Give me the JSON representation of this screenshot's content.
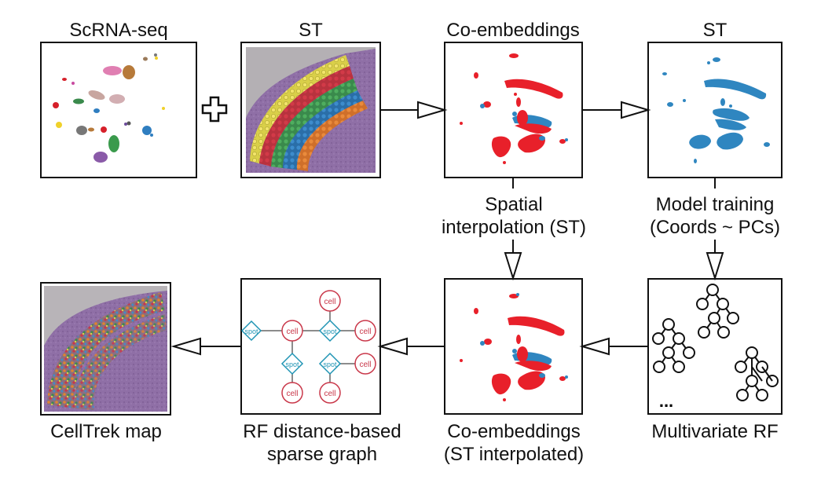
{
  "top_row": {
    "scrna_title": "ScRNA-seq",
    "st_title": "ST",
    "coemb_title": "Co-embeddings",
    "st2_title": "ST"
  },
  "middle": {
    "spatial_interp_line1": "Spatial",
    "spatial_interp_line2": "interpolation (ST)",
    "model_training_line1": "Model training",
    "model_training_line2": "(Coords ~ PCs)"
  },
  "bottom_row": {
    "celltrek_label": "CellTrek map",
    "graph_label_line1": "RF distance-based",
    "graph_label_line2": "sparse graph",
    "coemb_interp_line1": "Co-embeddings",
    "coemb_interp_line2": "(ST interpolated)",
    "mrf_label": "Multivariate RF",
    "ellipsis": "..."
  },
  "graph": {
    "cell_label": "cell",
    "spot_label": "spot"
  },
  "colors": {
    "st_red": "#e8202a",
    "st_blue": "#2f86c0",
    "graph_red": "#c9384a",
    "graph_teal": "#1f94b4"
  }
}
